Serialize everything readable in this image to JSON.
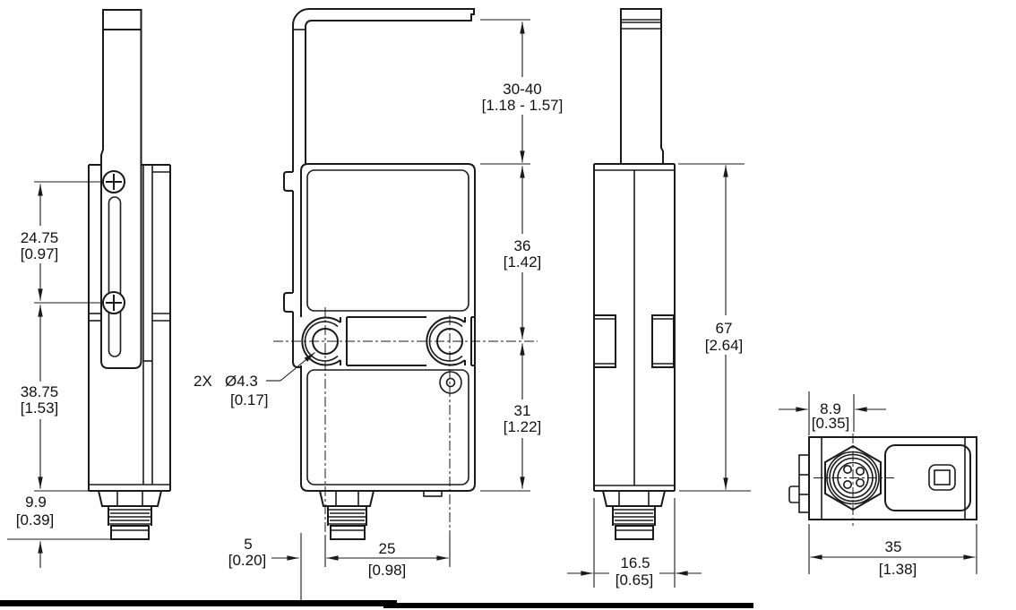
{
  "drawing": {
    "dims": {
      "screw_spacing": {
        "mm": "24.75",
        "inch": "[0.97]"
      },
      "lower_body": {
        "mm": "38.75",
        "inch": "[1.53]"
      },
      "connector_length": {
        "mm": "9.9",
        "inch": "[0.39]"
      },
      "bracket_adjust": {
        "mm": "30-40",
        "inch": "[1.18 - 1.57]"
      },
      "top_to_hole": {
        "mm": "36",
        "inch": "[1.42]"
      },
      "hole_to_bottom": {
        "mm": "31",
        "inch": "[1.22]"
      },
      "mount_hole": {
        "qty": "2X",
        "mm": "Ø4.3",
        "inch": "[0.17]"
      },
      "edge_to_hole": {
        "mm": "5",
        "inch": "[0.20]"
      },
      "hole_spacing": {
        "mm": "25",
        "inch": "[0.98]"
      },
      "body_height": {
        "mm": "67",
        "inch": "[2.64]"
      },
      "body_depth": {
        "mm": "16.5",
        "inch": "[0.65]"
      },
      "connector_offset": {
        "mm": "8.9",
        "inch": "[0.35]"
      },
      "body_width": {
        "mm": "35",
        "inch": "[1.38]"
      }
    },
    "colors": {
      "line": "#1a1a1a",
      "background": "#ffffff"
    }
  }
}
